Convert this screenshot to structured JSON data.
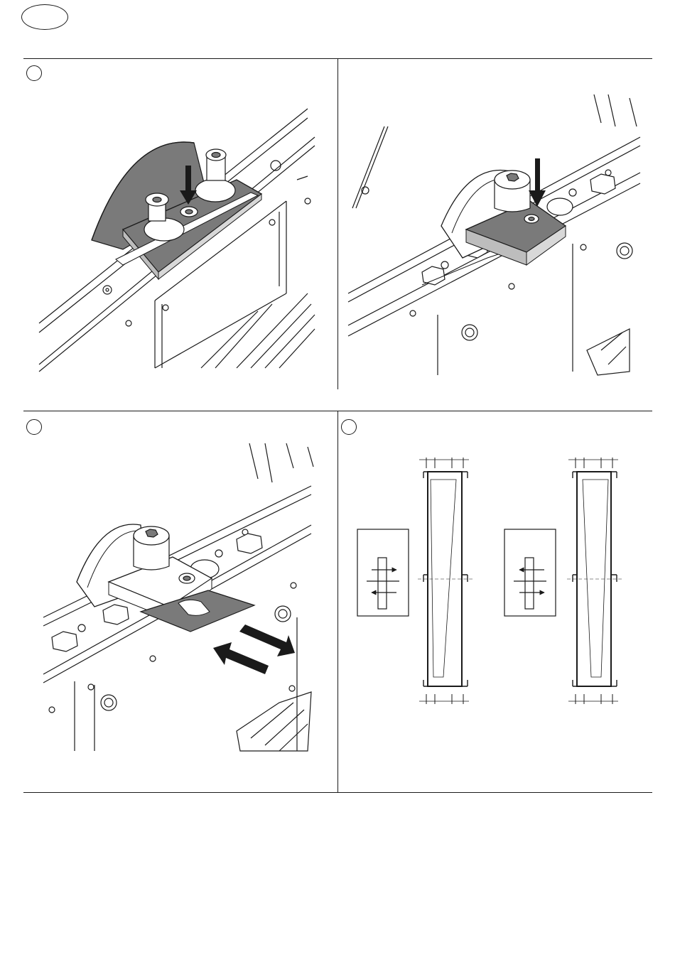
{
  "language_badge": {
    "text": ""
  },
  "panels": [
    {
      "id": "a",
      "step_number": "",
      "description": ""
    },
    {
      "id": "b",
      "step_number": "",
      "description": ""
    },
    {
      "id": "c",
      "step_number": "",
      "description": ""
    },
    {
      "id": "d",
      "step_number": "",
      "description": ""
    }
  ],
  "colors": {
    "ink": "#1a1a1a",
    "shade": "#7a7a7a",
    "paper": "#ffffff"
  }
}
